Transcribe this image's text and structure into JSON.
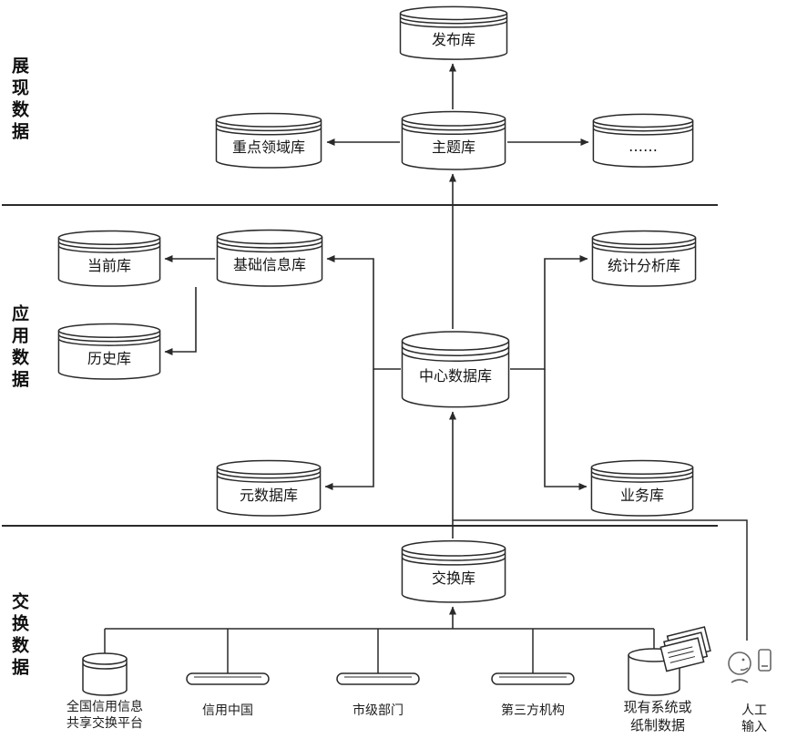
{
  "diagram": {
    "sections": {
      "presentation": "展现数据",
      "application": "应用数据",
      "exchange": "交换数据"
    },
    "databases": {
      "publish": "发布库",
      "key_domain": "重点领域库",
      "theme": "主题库",
      "ellipsis": "……",
      "current": "当前库",
      "basic_info": "基础信息库",
      "stat_analysis": "统计分析库",
      "history": "历史库",
      "central": "中心数据库",
      "metadata": "元数据库",
      "business": "业务库",
      "exchange": "交换库"
    },
    "sources": {
      "national_platform": "全国信用信息\n共享交换平台",
      "credit_china": "信用中国",
      "city_departments": "市级部门",
      "third_party": "第三方机构",
      "existing_systems": "现有系统或\n纸制数据",
      "manual_input": "人工输入"
    }
  },
  "colors": {
    "ink": "#2a2a2a",
    "icon_gray": "#666666",
    "background": "#ffffff"
  }
}
